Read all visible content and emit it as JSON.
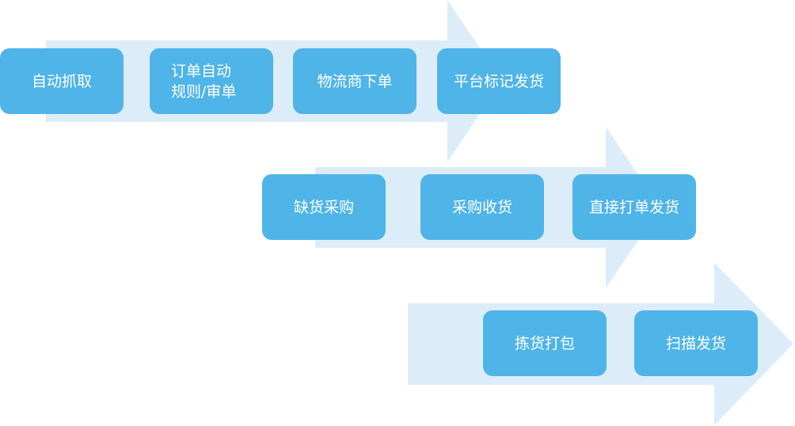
{
  "colors": {
    "box": "#4fb4e7",
    "arrow": "#dceef9",
    "text": "#ffffff"
  },
  "rows": [
    {
      "steps": [
        "自动抓取",
        "订单自动\n规则/审单",
        "物流商下单",
        "平台标记发货"
      ]
    },
    {
      "steps": [
        "缺货采购",
        "采购收货",
        "直接打单发货"
      ]
    },
    {
      "steps": [
        "拣货打包",
        "扫描发货"
      ]
    }
  ]
}
